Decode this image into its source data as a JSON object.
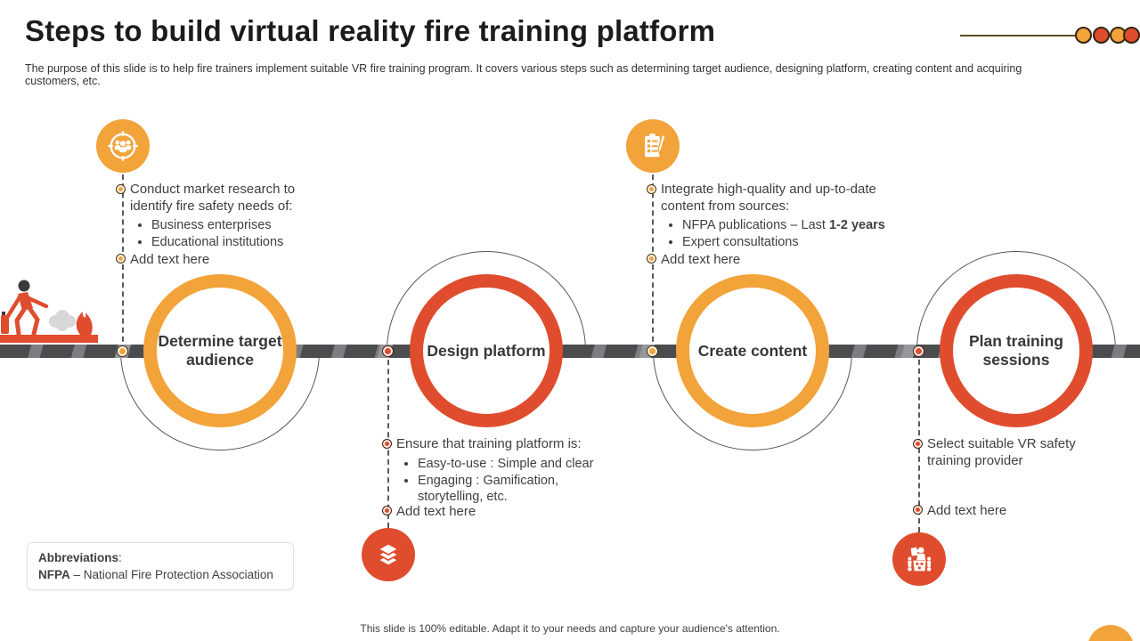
{
  "palette": {
    "orange": "#f2a339",
    "red": "#df4c2e",
    "timeline_dark": "#4b4c4e",
    "timeline_stripe": "#7c7d80",
    "text_dark": "#3f3f3f",
    "title_color": "#1c1c1c"
  },
  "header": {
    "title": "Steps to build virtual reality fire training platform",
    "subtitle": "The purpose of this slide is to help fire trainers implement suitable VR fire training program. It covers various steps such as determining target audience, designing platform, creating content and acquiring customers, etc.",
    "decor_dots": [
      "#f2a339",
      "#df4c2e",
      "#f2a339",
      "#df4c2e"
    ]
  },
  "steps": [
    {
      "label": "Determine target audience",
      "color_hex": "#f2a339",
      "icon": "audience-target-icon",
      "note": {
        "text": "Conduct market research to identify fire safety needs of:",
        "bullets": [
          {
            "text": "Business enterprises"
          },
          {
            "text": "Educational institutions"
          }
        ],
        "add_text": "Add text here"
      }
    },
    {
      "label": "Design platform",
      "color_hex": "#df4c2e",
      "icon": "layers-icon",
      "note": {
        "text": "Ensure that training platform is:",
        "bullets": [
          {
            "text": "Easy-to-use : Simple and clear"
          },
          {
            "text": "Engaging : Gamification, storytelling, etc."
          }
        ],
        "add_text": "Add text here"
      }
    },
    {
      "label": "Create content",
      "color_hex": "#f2a339",
      "icon": "clipboard-checklist-icon",
      "note": {
        "text": "Integrate high-quality and up-to-date content from sources:",
        "bullets": [
          {
            "text": "NFPA publications – Last ",
            "bold": "1-2 years"
          },
          {
            "text": "Expert consultations"
          }
        ],
        "add_text": "Add text here"
      }
    },
    {
      "label": "Plan training sessions",
      "color_hex": "#df4c2e",
      "icon": "training-session-icon",
      "note": {
        "text": "Select suitable VR safety training provider",
        "bullets": [],
        "add_text": "Add text here"
      }
    }
  ],
  "abbreviations": {
    "label": "Abbreviations",
    "colon": ":",
    "term": "NFPA",
    "definition": " – National Fire Protection Association"
  },
  "footer": "This slide is 100% editable. Adapt it to your needs and capture your audience's attention."
}
